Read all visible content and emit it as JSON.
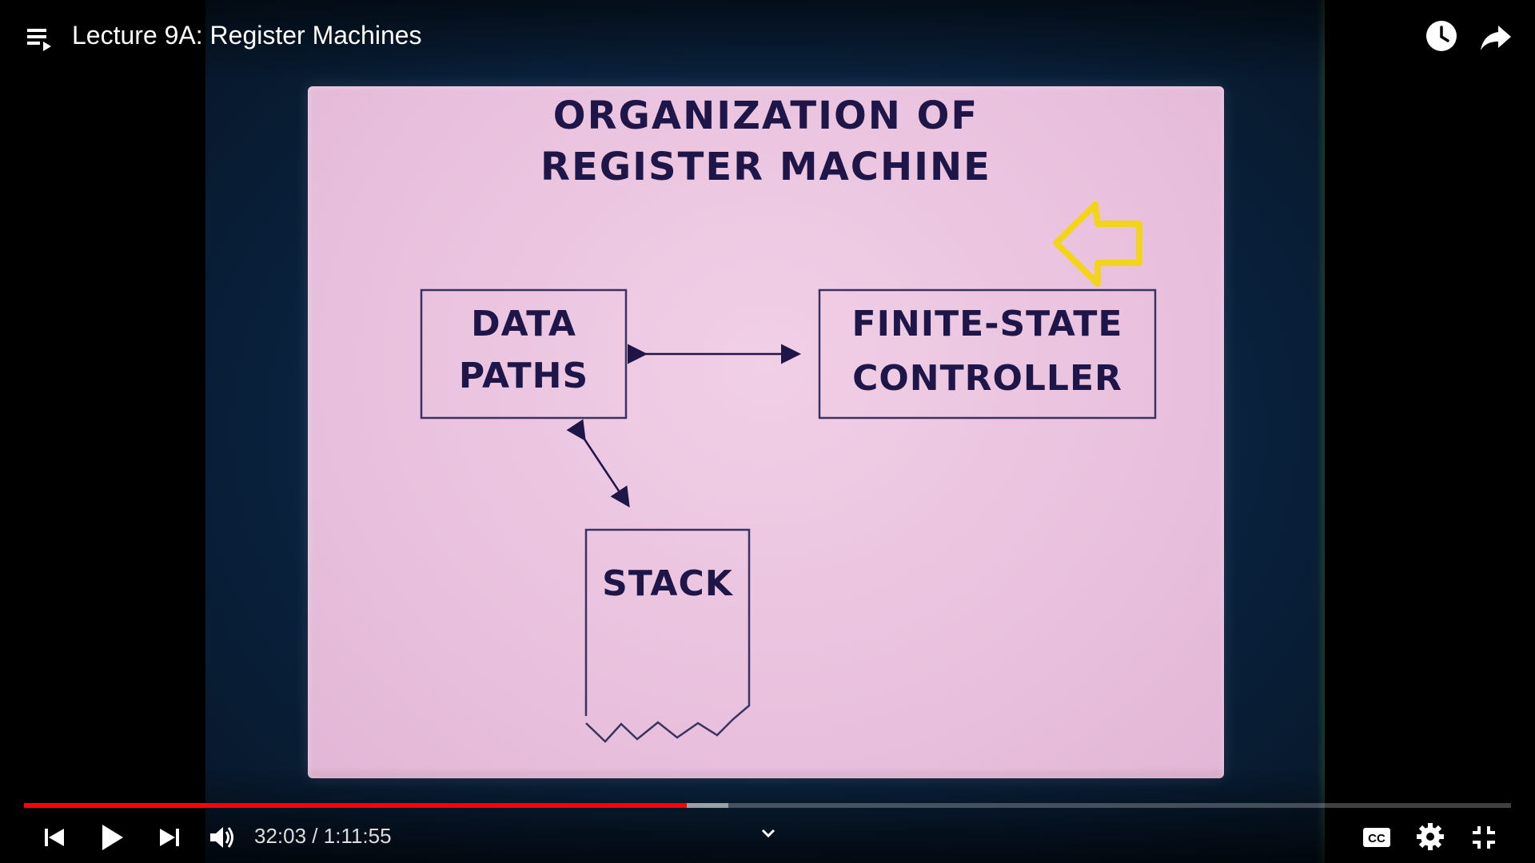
{
  "header": {
    "title": "Lecture 9A: Register Machines"
  },
  "slide": {
    "title_line1": "ORGANIZATION OF",
    "title_line2": "REGISTER MACHINE",
    "boxes": {
      "data_paths_line1": "DATA",
      "data_paths_line2": "PATHS",
      "controller_line1": "FINITE-STATE",
      "controller_line2": "CONTROLLER",
      "stack": "STACK"
    }
  },
  "controls": {
    "current_time": "32:03",
    "separator": " / ",
    "duration": "1:11:55",
    "progress_played_fraction": 0.4455,
    "progress_buffered_fraction": 0.4735
  },
  "icons": {
    "playlist": "playlist-icon",
    "watch_later": "clock-icon",
    "share": "share-arrow-icon",
    "prev": "skip-previous-icon",
    "play": "play-icon",
    "next": "skip-next-icon",
    "volume": "volume-icon",
    "chevron": "chevron-down-icon",
    "captions": "closed-captions-icon",
    "settings": "gear-icon",
    "exit_fullscreen": "exit-fullscreen-icon"
  },
  "colors": {
    "progress_played": "#ff0000",
    "slide_background": "#ecc5e0",
    "slide_ink": "#1e1648",
    "pointer_arrow": "#f2d51a"
  }
}
